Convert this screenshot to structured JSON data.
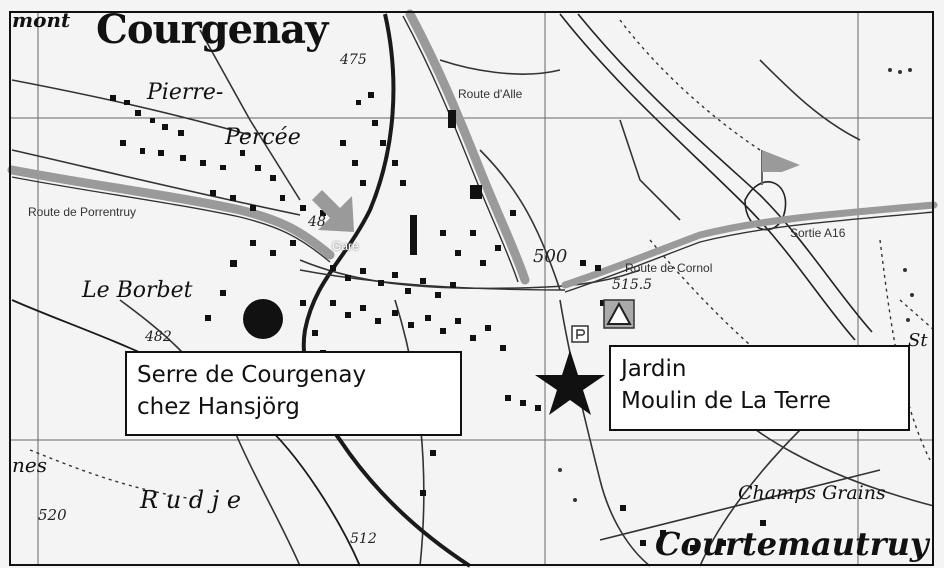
{
  "map": {
    "places": {
      "town_main": "Courgenay",
      "town_edge": "mont",
      "pierre": "Pierre-",
      "percee": "Percée",
      "borbet": "Le Borbet",
      "rudje": "R u d j e",
      "nes": "nes",
      "champs": "Champs Grains",
      "courtemautruy": "Courtemautruy",
      "st": "St"
    },
    "roads": {
      "alle": "Route d'Alle",
      "porrentruy": "Route de Porrentruy",
      "gare": "Gare",
      "cornol": "Route de Cornol",
      "sortie": "Sortie  A16"
    },
    "altitudes": {
      "a475": "475",
      "a500": "500",
      "a515": "515.5",
      "a482": "482",
      "a48x": "48",
      "a520": "520",
      "a512": "512"
    },
    "callouts": {
      "serre": {
        "line1": "Serre de Courgenay",
        "line2": "chez Hansjörg"
      },
      "jardin": {
        "line1": "Jardin",
        "line2": "Moulin de La Terre"
      }
    },
    "colors": {
      "main_road": "#9a9a9a",
      "railway": "#1a1a1a",
      "building": "#111111",
      "grid": "#666666"
    },
    "icons": {
      "serre_marker": "filled-circle",
      "jardin_marker": "star",
      "flag": "flag-icon",
      "gare_arrow": "arrow-icon",
      "camping": "camping-icon",
      "parking": "parking-icon"
    }
  }
}
